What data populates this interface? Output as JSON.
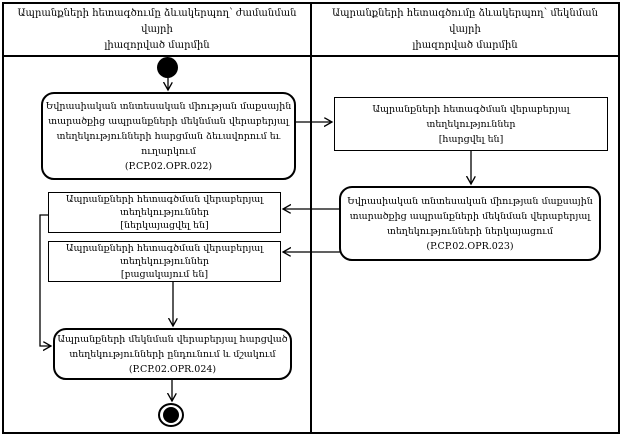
{
  "diagram": {
    "type": "uml-activity-swimlane",
    "colors": {
      "line": "#000000",
      "background": "#ffffff",
      "text": "#000000"
    },
    "lanes": {
      "left_title": "Ապրանքների հետագծումը ձևակերպող՝ ժամանման վայրի\nլիազորված մարմին",
      "right_title": "Ապրանքների հետագծումը ձևակերպող՝ մեկնման վայրի\nլիազորված մարմին"
    },
    "nodes": {
      "start": "initial-node",
      "action_opr022": "Եվրասիական տնտեսական միության մաքսային\nտարածքից ապրանքների մեկնման վերաբերյալ\nտեղեկությունների հարցման ձեւավորում եւ\nուղարկում\n(P.CP.02.OPR.022)",
      "object_requested": "Ապրանքների հետագծման վերաբերյալ\nտեղեկություններ\n[հարցվել են]",
      "action_opr023": "Եվրասիական տնտեսական միության մաքսային\nտարածքից ապրանքների մեկնման վերաբերյալ\nտեղեկությունների ներկայացում\n(P.CP.02.OPR.023)",
      "object_presented": "Ապրանքների հետագծման վերաբերյալ\nտեղեկություններ\n[ներկայացվել են]",
      "object_absent": "Ապրանքների հետագծման վերաբերյալ\nտեղեկություններ\n[բացակայում են]",
      "action_opr024": "Ապրանքների մեկնման վերաբերյալ հարցված\nտեղեկությունների ընդունում և մշակում\n(P.CP.02.OPR.024)",
      "end": "final-node"
    }
  }
}
